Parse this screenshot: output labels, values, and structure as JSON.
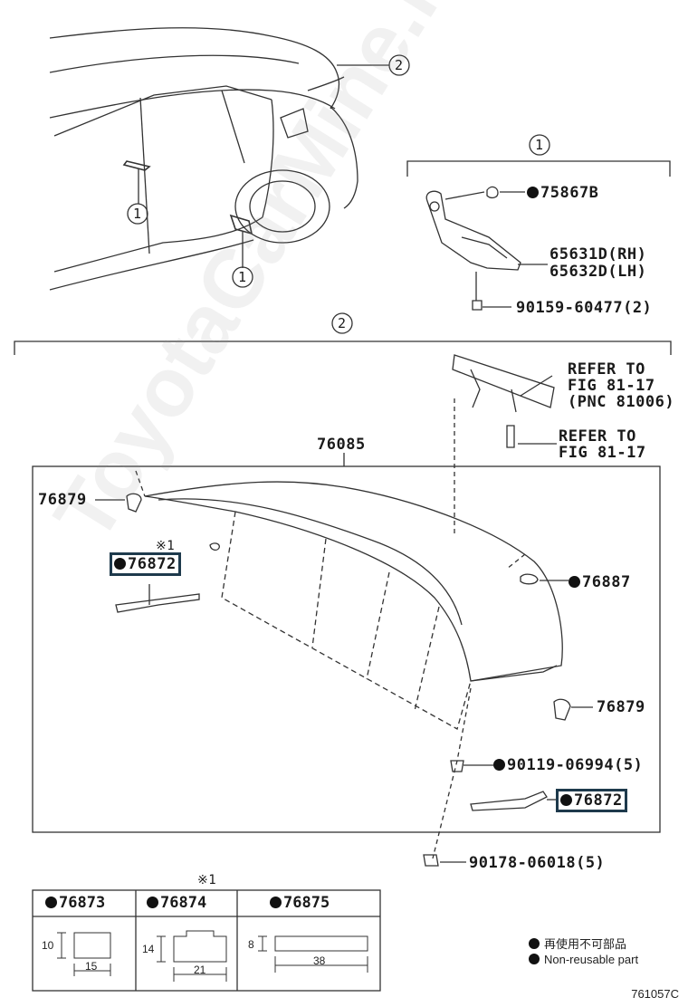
{
  "callouts": {
    "c1": "1",
    "c2": "2"
  },
  "parts": {
    "p75867B": "75867B",
    "p65631D": "65631D(RH)",
    "p65632D": "65632D(LH)",
    "p90159": "90159-60477(2)",
    "refer1_line1": "REFER TO",
    "refer1_line2": "FIG 81-17",
    "refer1_line3": "(PNC 81006)",
    "refer2_line1": "REFER TO",
    "refer2_line2": "FIG 81-17",
    "p76085": "76085",
    "p76879": "76879",
    "note_mark": "※1",
    "p76872": "76872",
    "p76887": "76887",
    "p90119": "90119-06994(5)",
    "p90178": "90178-06018(5)"
  },
  "table": {
    "note_mark": "※1",
    "headers": [
      "76873",
      "76874",
      "76875"
    ],
    "dims": {
      "a_h": "10",
      "a_w": "15",
      "b_h": "14",
      "b_w": "21",
      "c_h": "8",
      "c_w": "38"
    }
  },
  "legend": {
    "jp": "再使用不可部品",
    "en": "Non-reusable part"
  },
  "figure_id": "761057C",
  "watermark": "ToyotaCarMine.ru"
}
